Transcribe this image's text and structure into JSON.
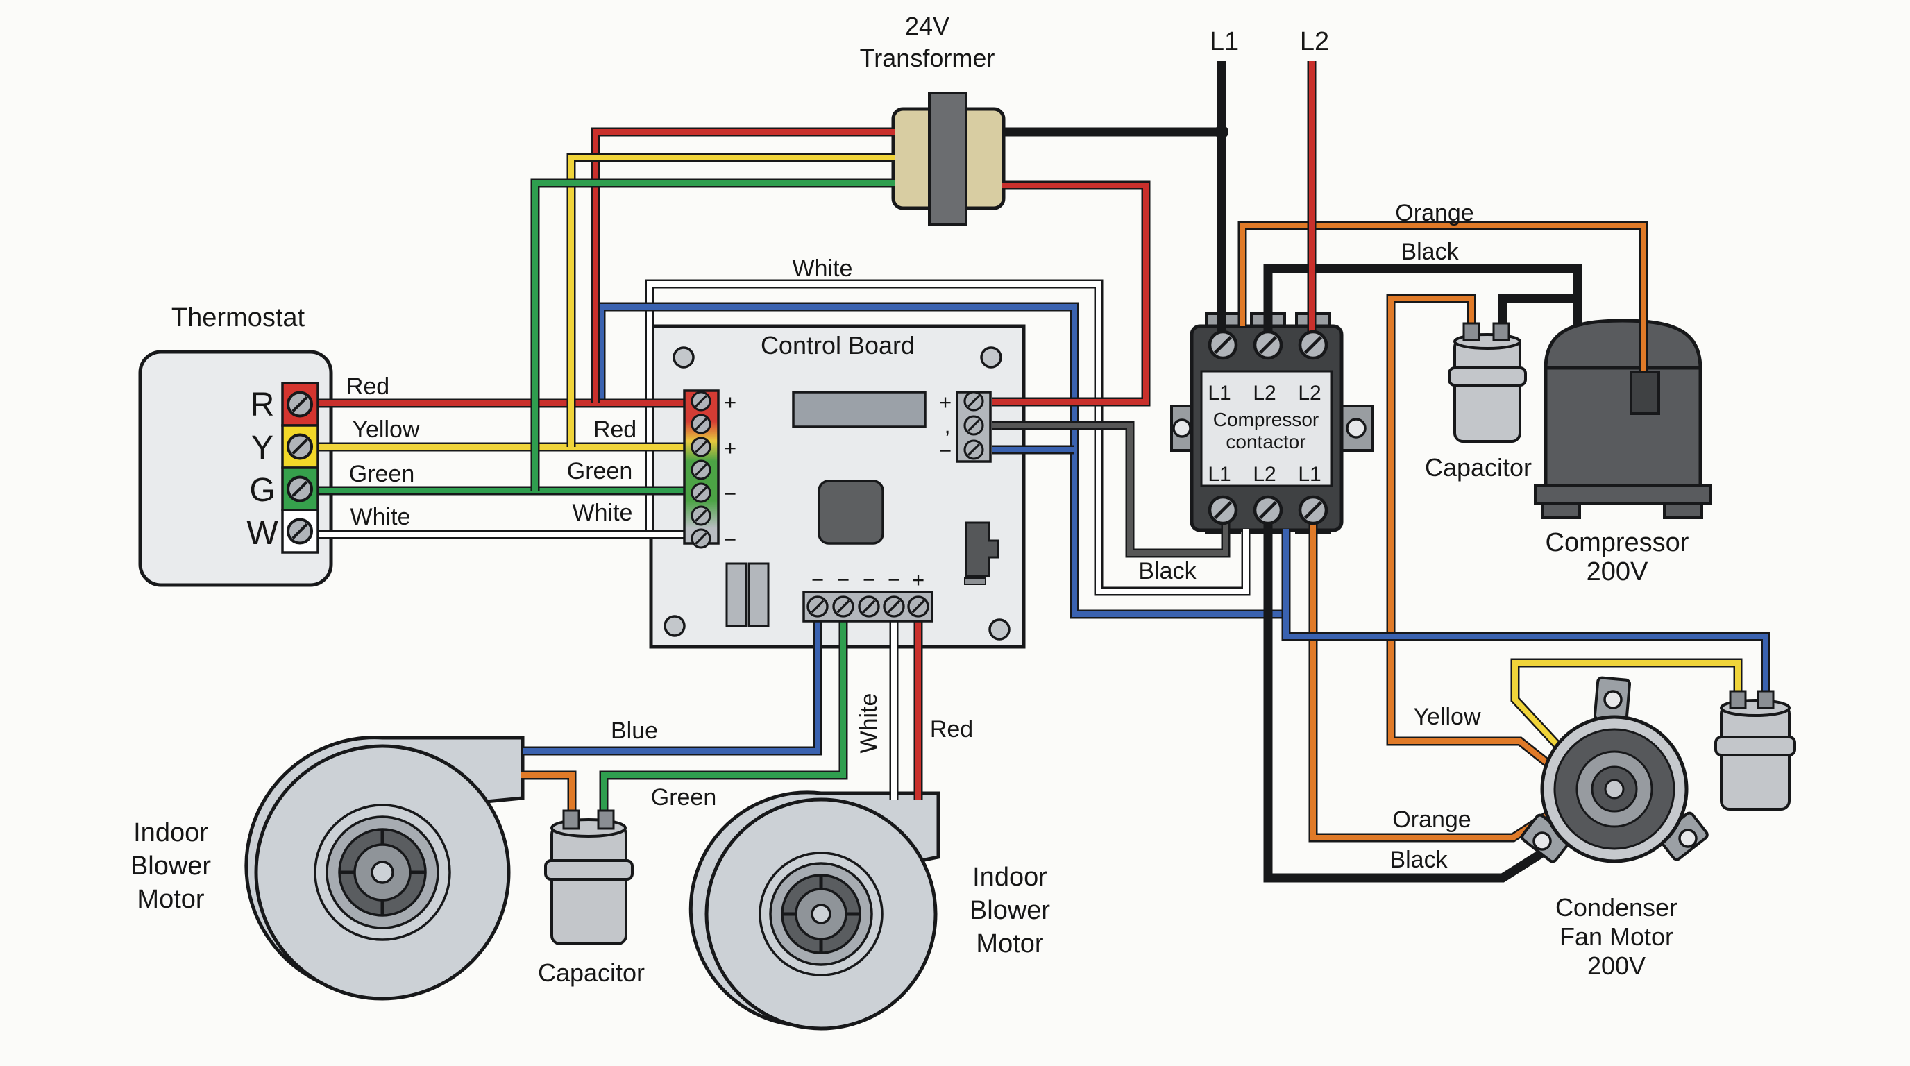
{
  "colors": {
    "red": "#c9302c",
    "yellow": "#f0d43a",
    "green": "#2f9e4f",
    "blue": "#3a62b0",
    "orange": "#e07a28",
    "black": "#17181a",
    "white_wire": "#ffffff",
    "gray_wire": "#575757",
    "board_fill": "#e9ebed",
    "contactor_fill": "#3f4143",
    "transformer_fill": "#d8cda2"
  },
  "power": {
    "l1": "L1",
    "l2": "L2"
  },
  "transformer": {
    "line1": "24V",
    "line2": "Transformer"
  },
  "thermostat": {
    "title": "Thermostat",
    "terminals": [
      {
        "letter": "R",
        "color": "#d4352f"
      },
      {
        "letter": "Y",
        "color": "#f2d829"
      },
      {
        "letter": "G",
        "color": "#36a14c"
      },
      {
        "letter": "W",
        "color": "#ffffff"
      }
    ],
    "wire_labels": [
      "Red",
      "Yellow",
      "Green",
      "White"
    ]
  },
  "board": {
    "title": "Control Board",
    "top_wire_label": "White",
    "left_wire_labels": [
      "Red",
      "Green",
      "White"
    ],
    "left_signs": [
      "+",
      "+",
      "−",
      "−"
    ],
    "right_signs": [
      "+",
      ",",
      "−"
    ],
    "bottom_signs": [
      "−",
      "−",
      "−",
      "−",
      "+"
    ]
  },
  "contactor": {
    "top_row": [
      "L1",
      "L2",
      "L2"
    ],
    "name1": "Compressor",
    "name2": "contactor",
    "bottom_row": [
      "L1",
      "L2",
      "L1"
    ]
  },
  "wires": {
    "black_board_to_contactor": "Black",
    "orange_top": "Orange",
    "black_top": "Black",
    "blue": "Blue",
    "green": "Green",
    "white_vertical": "White",
    "red": "Red"
  },
  "compressor": {
    "name": "Compressor",
    "voltage": "200V",
    "capacitor": "Capacitor"
  },
  "condenser": {
    "yellow": "Yellow",
    "orange": "Orange",
    "black": "Black",
    "name1": "Condenser",
    "name2": "Fan Motor",
    "name3": "200V"
  },
  "blower1": {
    "l1": "Indoor",
    "l2": "Blower",
    "l3": "Motor",
    "capacitor": "Capacitor"
  },
  "blower2": {
    "l1": "Indoor",
    "l2": "Blower",
    "l3": "Motor"
  }
}
